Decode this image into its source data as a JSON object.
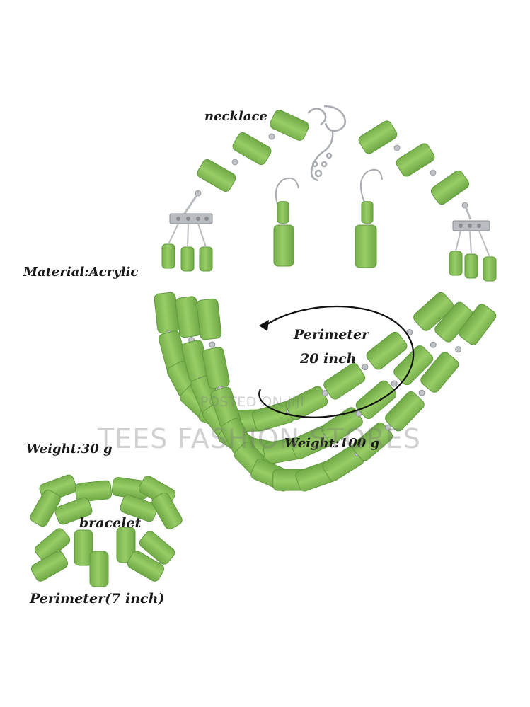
{
  "labels": {
    "necklace": "necklace",
    "material": "Material:Acrylic",
    "perimeter_title": "Perimeter",
    "perimeter_value": "20 inch",
    "weight_necklace": "Weight:100 g",
    "weight_bracelet": "Weight:30 g",
    "bracelet": "bracelet",
    "bracelet_perimeter": "Perimeter(7 inch)"
  },
  "watermark": {
    "line1": "POSTED ON JIJI",
    "line2": "TEES FASHION STORES"
  },
  "colors": {
    "bead": "#8cc45a",
    "bead_shade": "#6fa846",
    "metal": "#b9bcc0",
    "background": "#ffffff"
  }
}
